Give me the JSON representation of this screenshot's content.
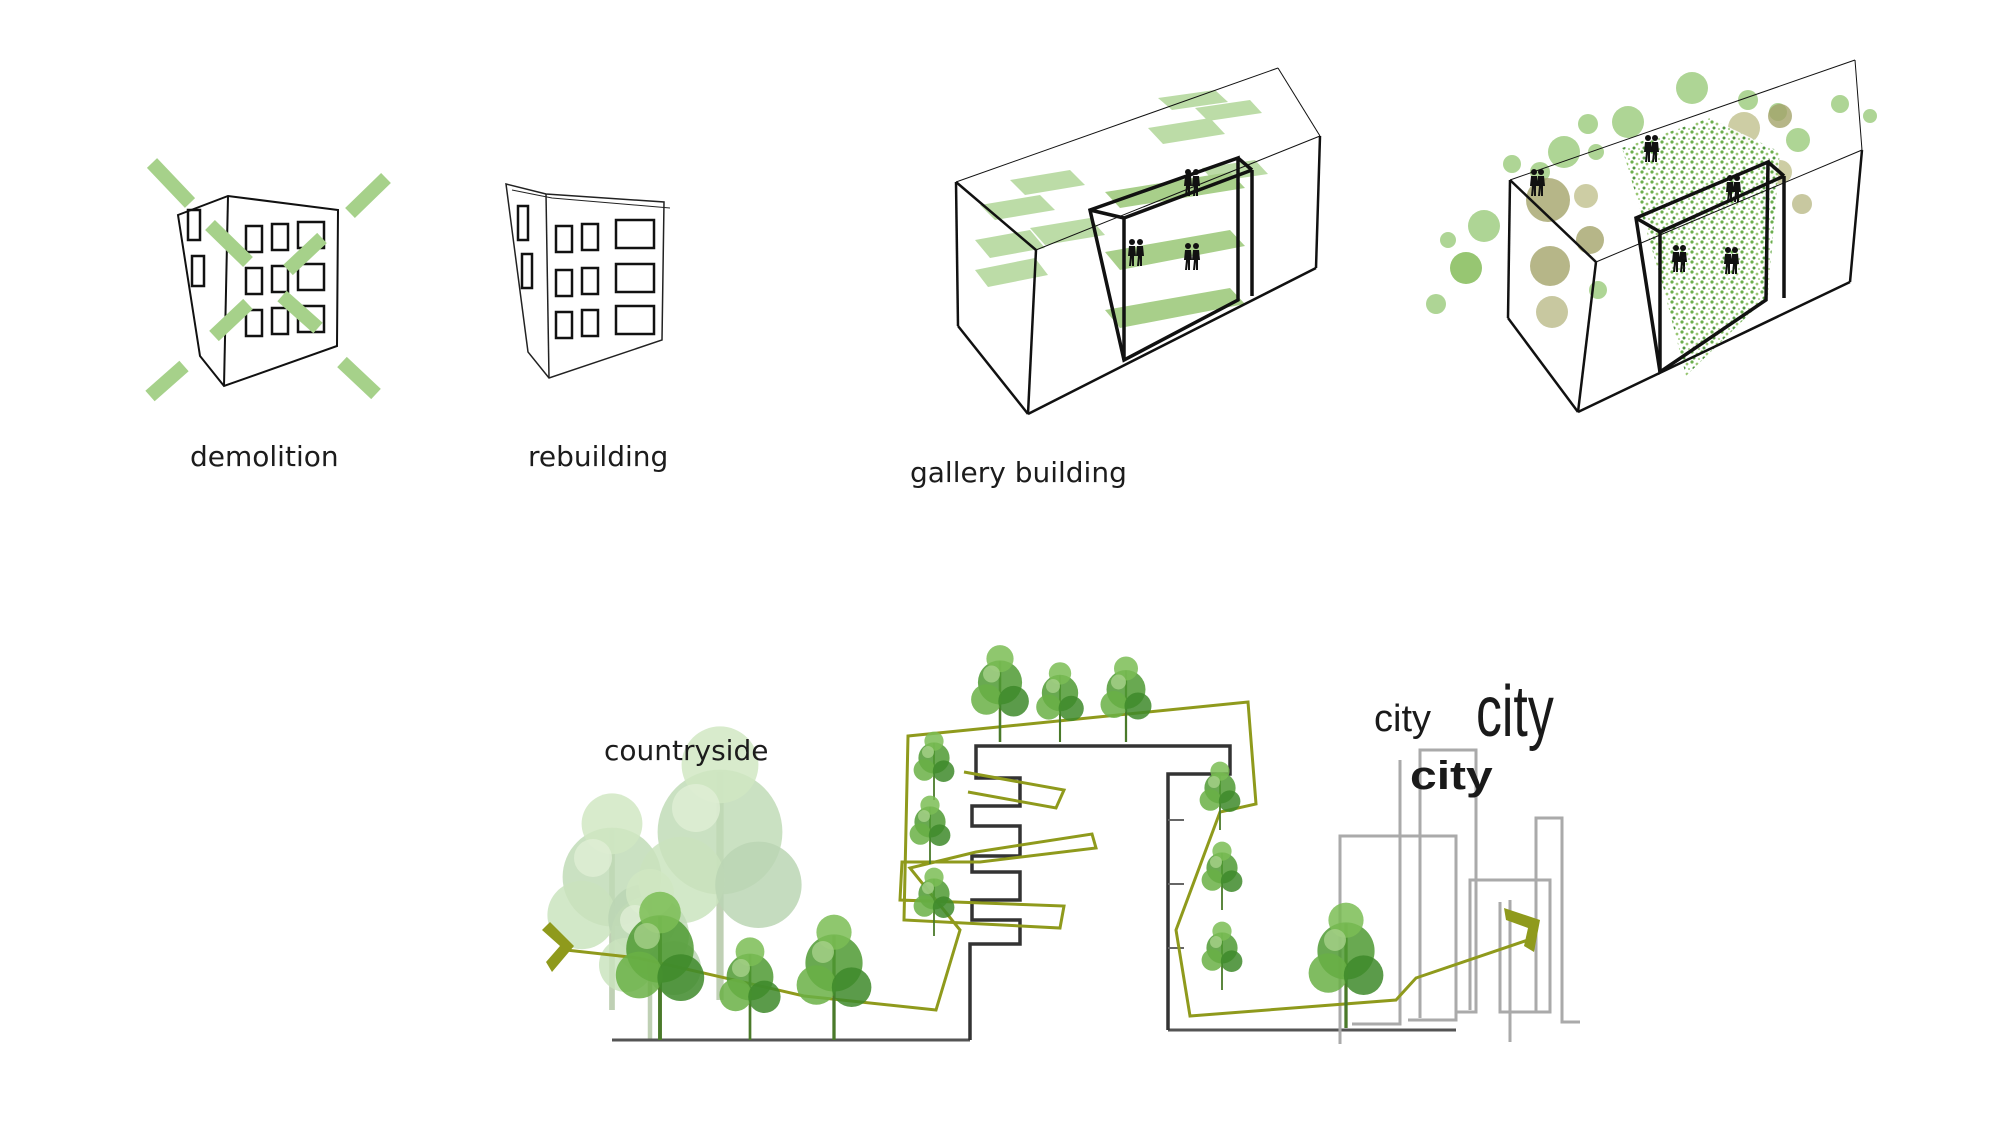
{
  "labels": {
    "demolition": "demolition",
    "rebuilding": "rebuilding",
    "gallery": "gallery building",
    "countryside": "countryside"
  },
  "city_words": [
    "city",
    "city",
    "city"
  ],
  "colors": {
    "green_light": "#a6d18a",
    "green_mid": "#8cc063",
    "green_dark": "#4f8a2a",
    "olive": "#8f9a1c",
    "tree": "#3e8a2a",
    "line": "#111111",
    "thin_line": "#555555",
    "city_outline": "#a8a8a8"
  },
  "icons": [
    "demolition-cross-icon",
    "pedestrian-icon",
    "tree-icon",
    "arrow-icon"
  ]
}
